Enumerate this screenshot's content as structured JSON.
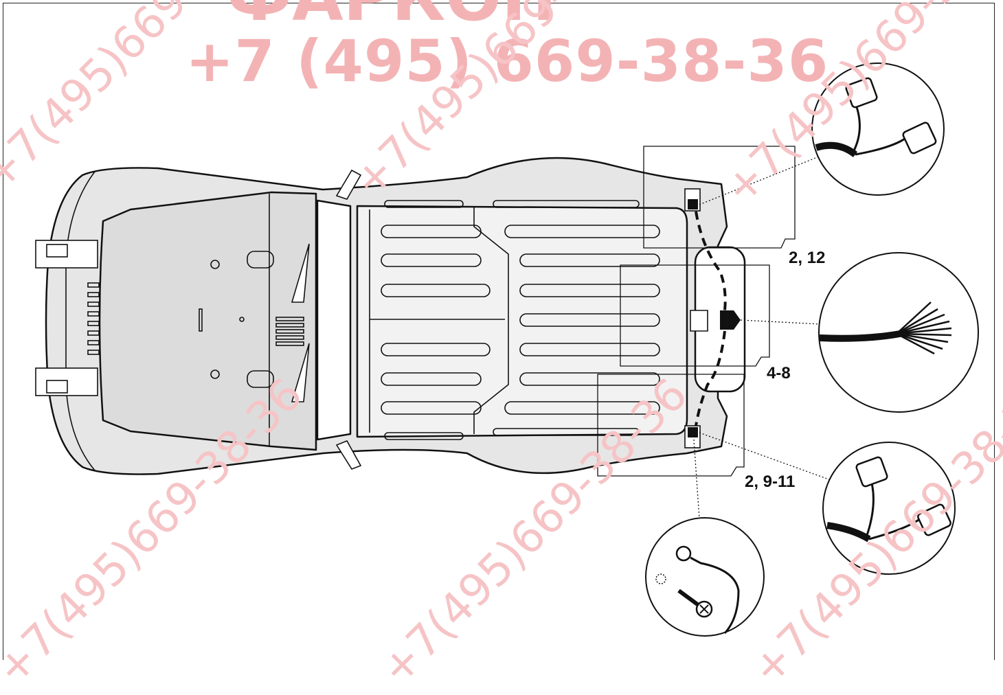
{
  "diagram": {
    "callouts": {
      "rear_left_lamp": "2, 12",
      "center_socket": "4-8",
      "rear_right_lamp": "2, 9-11"
    }
  },
  "watermark": {
    "brand": "ФАРКОП",
    "phone": "+7 (495) 669-38-36",
    "diagonal_text": "+7(495)669-38-36"
  },
  "colors": {
    "line": "#111111",
    "body_fill": "#e6e6e6",
    "watermark": "#f3b3b5"
  }
}
